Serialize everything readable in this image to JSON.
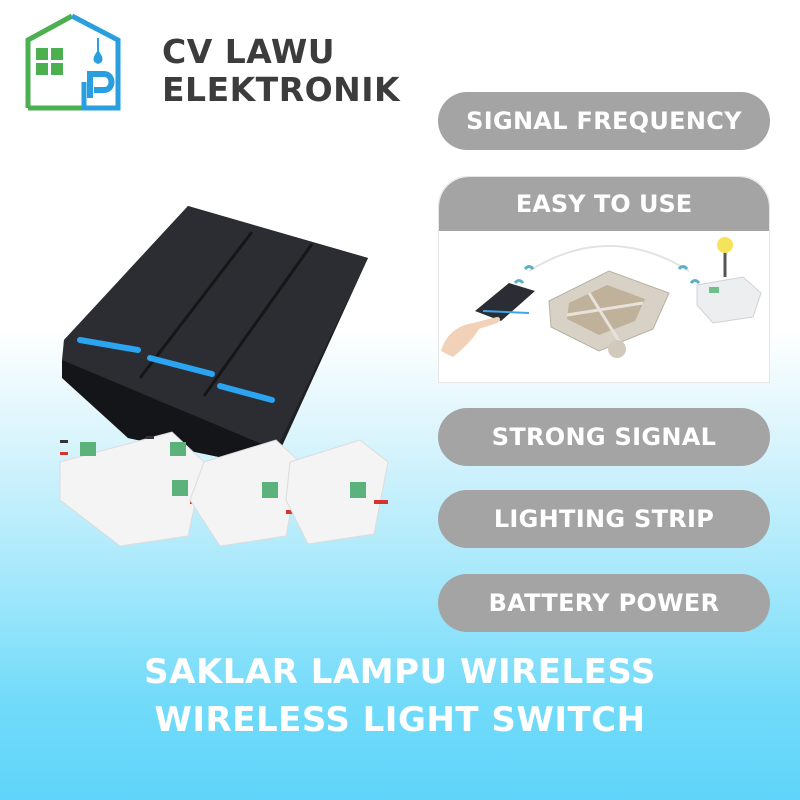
{
  "brand": {
    "line1": "CV LAWU",
    "line2": "ELEKTRONIK",
    "logo_icon": "house-window-bulb-p-icon",
    "colors": {
      "green": "#4caf50",
      "blue": "#2a9fe0",
      "text": "#3c3c3c"
    }
  },
  "features": [
    {
      "label": "SIGNAL FREQUENCY"
    },
    {
      "label": "EASY TO USE",
      "illustration": "wireless-switch-house-relay-illustration"
    },
    {
      "label": "STRONG SIGNAL"
    },
    {
      "label": "LIGHTING STRIP"
    },
    {
      "label": "BATTERY POWER"
    }
  ],
  "product": {
    "image": "three-gang-black-wireless-switch-with-three-relay-receivers"
  },
  "title": {
    "line1": "SAKLAR LAMPU WIRELESS",
    "line2": "WIRELESS LIGHT SWITCH"
  },
  "colors": {
    "pill": "#a4a4a4",
    "pill_text": "#ffffff",
    "bg_top": "#ffffff",
    "bg_bottom": "#5fd5f9"
  }
}
